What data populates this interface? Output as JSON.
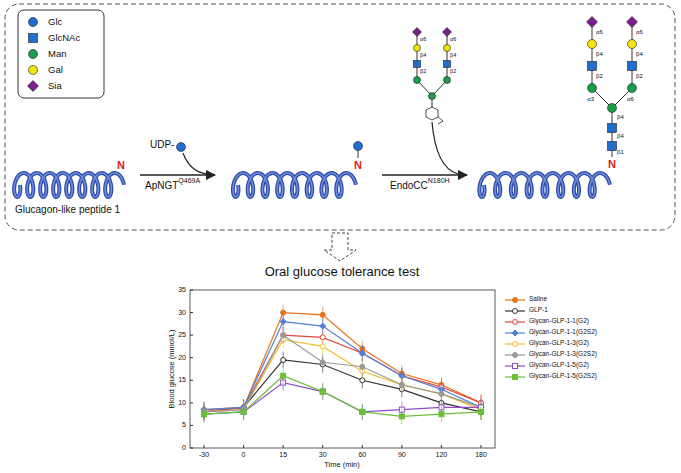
{
  "diagram": {
    "labels": [
      "UDP-",
      "ApNGT",
      "Q469A",
      "EndoCC",
      "N180H",
      "N",
      "N",
      "N",
      "Glucagon-like peptide 1",
      "α6",
      "α6",
      "β4",
      "β4",
      "β2",
      "β2",
      "α6",
      "α6",
      "β4",
      "β4",
      "β2",
      "β2",
      "α3",
      "α6",
      "β4",
      "β4",
      "β1",
      "Oral glucose tolerance test",
      "0",
      "5",
      "10",
      "15",
      "20",
      "25",
      "30",
      "35",
      "-30",
      "0",
      "15",
      "30",
      "60",
      "90",
      "120",
      "180",
      "Blood glucose (mmol/L)",
      "Time (min)"
    ],
    "legend": [
      {
        "text": "Glc"
      },
      {
        "text": "GlcNAc"
      },
      {
        "text": "Man"
      },
      {
        "text": "Gal"
      },
      {
        "text": "Sia"
      },
      {
        "text": "Saline"
      },
      {
        "text": "GLP-1"
      },
      {
        "text": "Glycan-GLP-1-1(G2)"
      },
      {
        "text": "Glycan-GLP-1-1(G2S2)"
      },
      {
        "text": "Glycan-GLP-1-3(G2)"
      },
      {
        "text": "Glycan-GLP-1-3(G2S2)"
      },
      {
        "text": "Glycan-GLP-1-5(G2)"
      },
      {
        "text": "Glycan-GLP-1-5(G2S2)"
      }
    ]
  }
}
